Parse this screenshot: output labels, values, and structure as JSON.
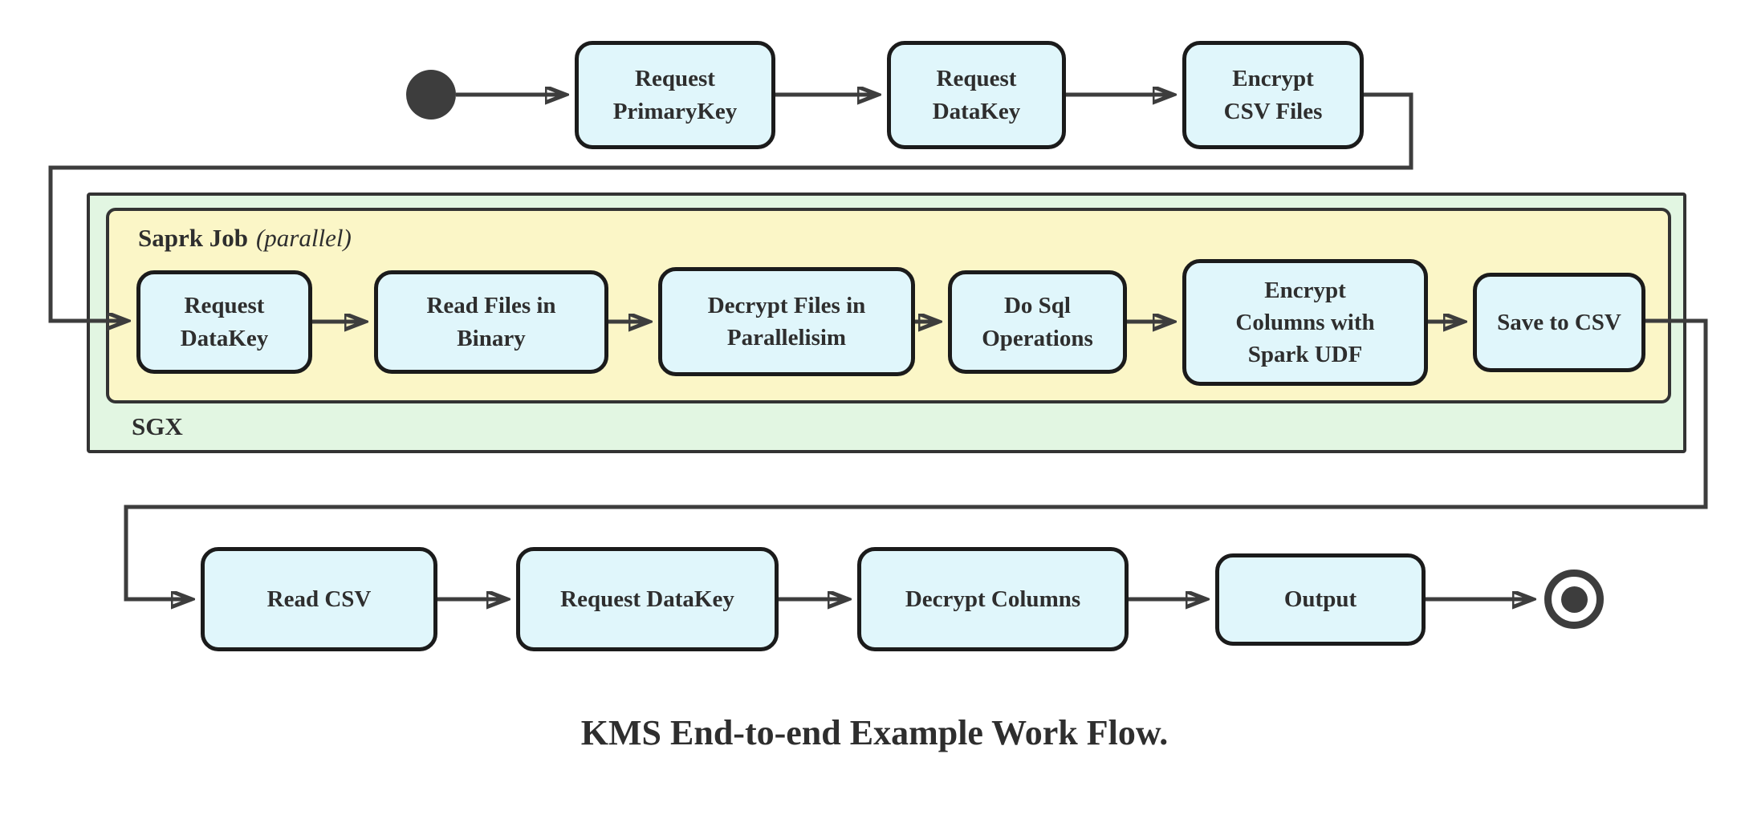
{
  "diagram": {
    "caption": "KMS End-to-end Example Work Flow.",
    "containers": {
      "sgx": {
        "label": "SGX"
      },
      "spark_job": {
        "label_bold": "Saprk Job",
        "label_italic": "(parallel)"
      }
    },
    "rows": {
      "top": [
        {
          "id": "request-primarykey",
          "label": "Request\nPrimaryKey"
        },
        {
          "id": "request-datakey",
          "label": "Request\nDataKey"
        },
        {
          "id": "encrypt-csv-files",
          "label": "Encrypt\nCSV Files"
        }
      ],
      "spark": [
        {
          "id": "spark-request-datakey",
          "label": "Request\nDataKey"
        },
        {
          "id": "read-files-in-binary",
          "label": "Read Files in\nBinary"
        },
        {
          "id": "decrypt-files-in-parallelisim",
          "label": "Decrypt Files in\nParallelisim"
        },
        {
          "id": "do-sql-operations",
          "label": "Do Sql\nOperations"
        },
        {
          "id": "encrypt-columns-with-spark-udf",
          "label": "Encrypt\nColumns with\nSpark UDF"
        },
        {
          "id": "save-to-csv",
          "label": "Save to CSV"
        }
      ],
      "bottom": [
        {
          "id": "read-csv",
          "label": "Read CSV"
        },
        {
          "id": "bottom-request-datakey",
          "label": "Request DataKey"
        },
        {
          "id": "decrypt-columns",
          "label": "Decrypt Columns"
        },
        {
          "id": "output",
          "label": "Output"
        }
      ]
    },
    "colors": {
      "node_fill": "#e0f6fb",
      "node_border": "#1b1b1b",
      "sgx_fill": "#e2f6e2",
      "spark_fill": "#fbf6c7",
      "container_border": "#333333",
      "edge": "#3d3d3d",
      "text": "#2e2e2e"
    }
  }
}
